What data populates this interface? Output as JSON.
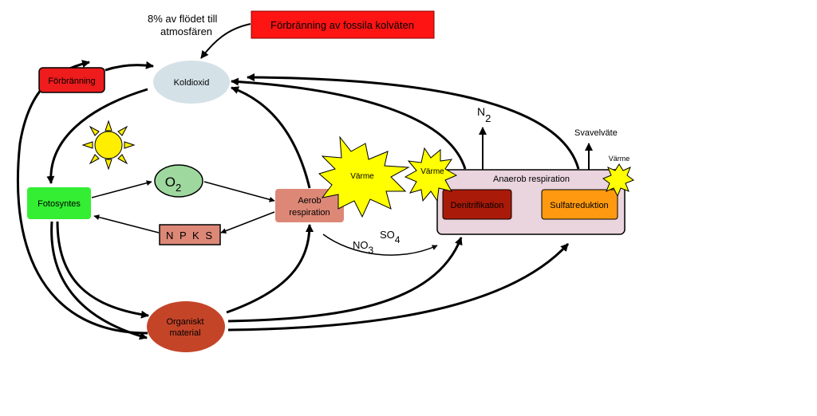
{
  "nodes": {
    "koldioxid": "Koldioxid",
    "forbranning": "Förbränning",
    "fossil": "Förbränning av fossila kolväten",
    "fossil_note_line1": "8% av flödet till",
    "fossil_note_line2": "atmosfären",
    "fotosyntes": "Fotosyntes",
    "o2_main": "O",
    "o2_sub": "2",
    "aerob_line1": "Aerob",
    "aerob_line2": "respiration",
    "npks": "N P K S",
    "organiskt_line1": "Organiskt",
    "organiskt_line2": "material",
    "anaerob": "Anaerob respiration",
    "denitrifikation": "Denitrifikation",
    "sulfatreduktion": "Sulfatreduktion",
    "varme_large": "Värme",
    "varme_medium": "Värme",
    "varme_small": "Värme",
    "n2_main": "N",
    "n2_sub": "2",
    "svavelvate": "Svavelväte",
    "no3_main": "NO",
    "no3_sub": "3",
    "so4_main": "SO",
    "so4_sub": "4"
  },
  "colors": {
    "koldioxid": "#d4e2e8",
    "forbranning": "#ee1c1c",
    "fossil": "#ff1414",
    "fotosyntes": "#33ee33",
    "o2": "#9ed89e",
    "aerob": "#dd8877",
    "npks": "#dd8877",
    "organiskt": "#c44428",
    "anaerob": "#ead4dd",
    "denitrifikation": "#aa1a08",
    "sulfatreduktion": "#ff9a10",
    "varme": "#ffff00",
    "sun": "#ffee00"
  }
}
